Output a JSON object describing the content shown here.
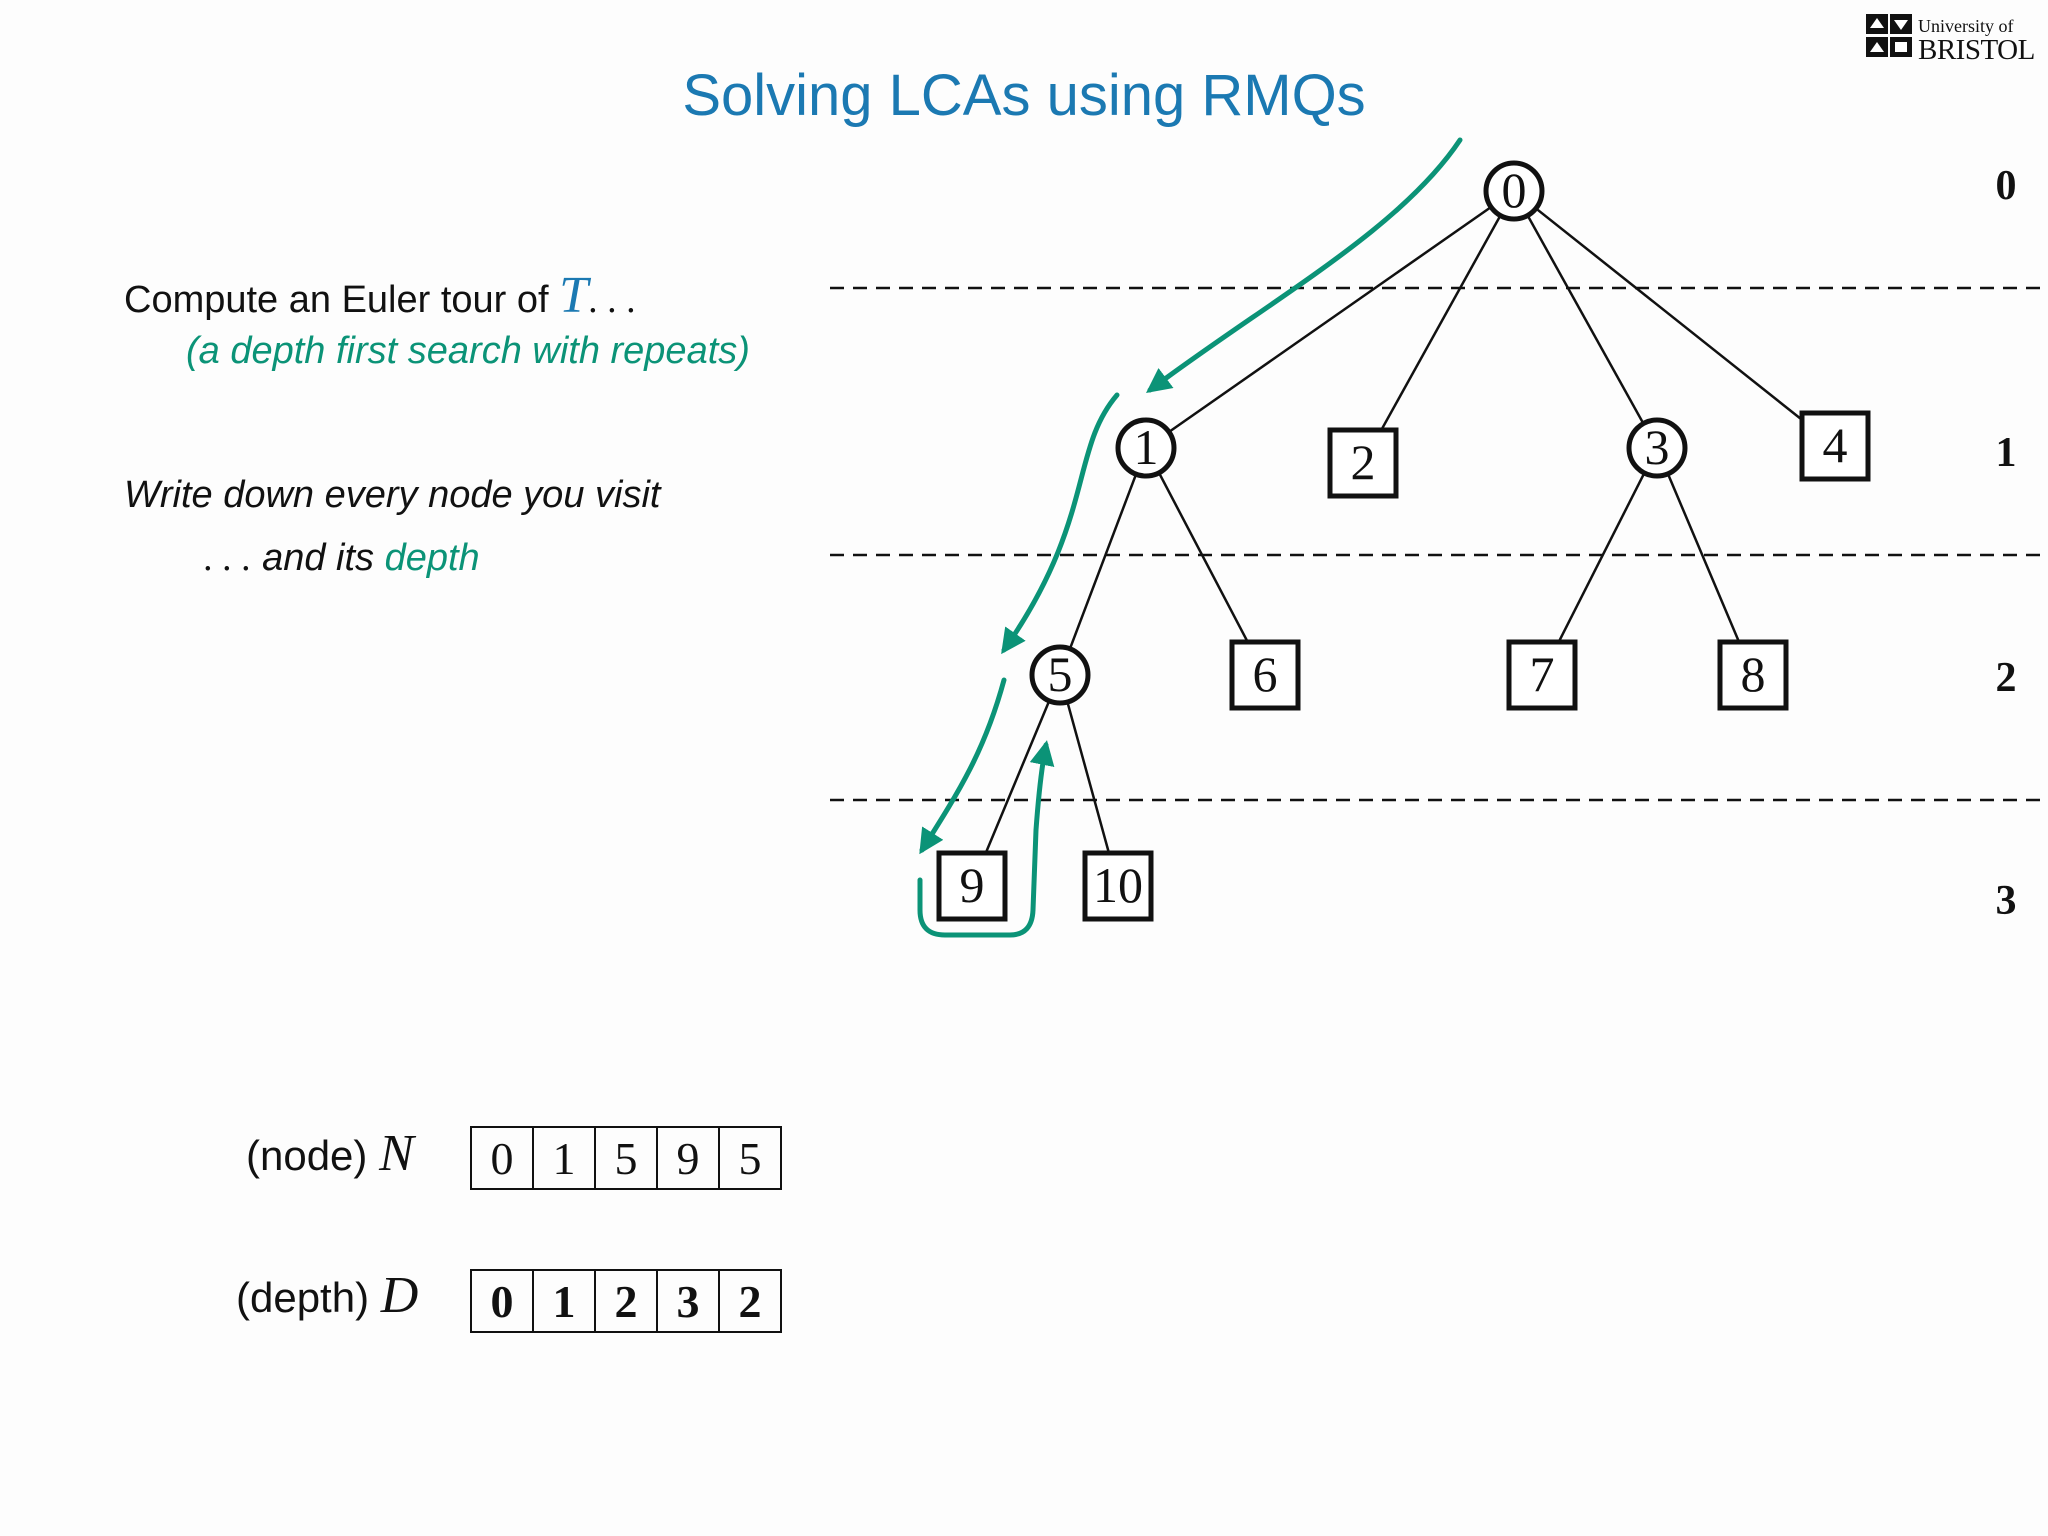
{
  "slide": {
    "title": "Solving LCAs using RMQs",
    "logo": {
      "line1": "University of",
      "line2": "BRISTOL"
    }
  },
  "text": {
    "line1_prefix": "Compute an Euler tour of",
    "line1_var": "T",
    "line1_dots": ". . .",
    "line2": "(a depth first search with repeats)",
    "line3": "Write down every node you visit",
    "line4_dots": ". . .",
    "line4_mid": "and its",
    "line4_word": "depth"
  },
  "tree": {
    "nodes": [
      {
        "id": "0",
        "shape": "circle",
        "depth": 0
      },
      {
        "id": "1",
        "shape": "circle",
        "depth": 1
      },
      {
        "id": "2",
        "shape": "square",
        "depth": 1
      },
      {
        "id": "3",
        "shape": "circle",
        "depth": 1
      },
      {
        "id": "4",
        "shape": "square",
        "depth": 1
      },
      {
        "id": "5",
        "shape": "circle",
        "depth": 2
      },
      {
        "id": "6",
        "shape": "square",
        "depth": 2
      },
      {
        "id": "7",
        "shape": "square",
        "depth": 2
      },
      {
        "id": "8",
        "shape": "square",
        "depth": 2
      },
      {
        "id": "9",
        "shape": "square",
        "depth": 3
      },
      {
        "id": "10",
        "shape": "square",
        "depth": 3
      }
    ],
    "edges": [
      [
        "0",
        "1"
      ],
      [
        "0",
        "2"
      ],
      [
        "0",
        "3"
      ],
      [
        "0",
        "4"
      ],
      [
        "1",
        "5"
      ],
      [
        "1",
        "6"
      ],
      [
        "3",
        "7"
      ],
      [
        "3",
        "8"
      ],
      [
        "5",
        "9"
      ],
      [
        "5",
        "10"
      ]
    ],
    "level_labels": [
      "0",
      "1",
      "2",
      "3"
    ],
    "tour_color": "#0b9377"
  },
  "arrays": {
    "node": {
      "label": "(node)",
      "var": "N",
      "values": [
        "0",
        "1",
        "5",
        "9",
        "5"
      ]
    },
    "depth": {
      "label": "(depth)",
      "var": "D",
      "values": [
        "0",
        "1",
        "2",
        "3",
        "2"
      ]
    }
  }
}
